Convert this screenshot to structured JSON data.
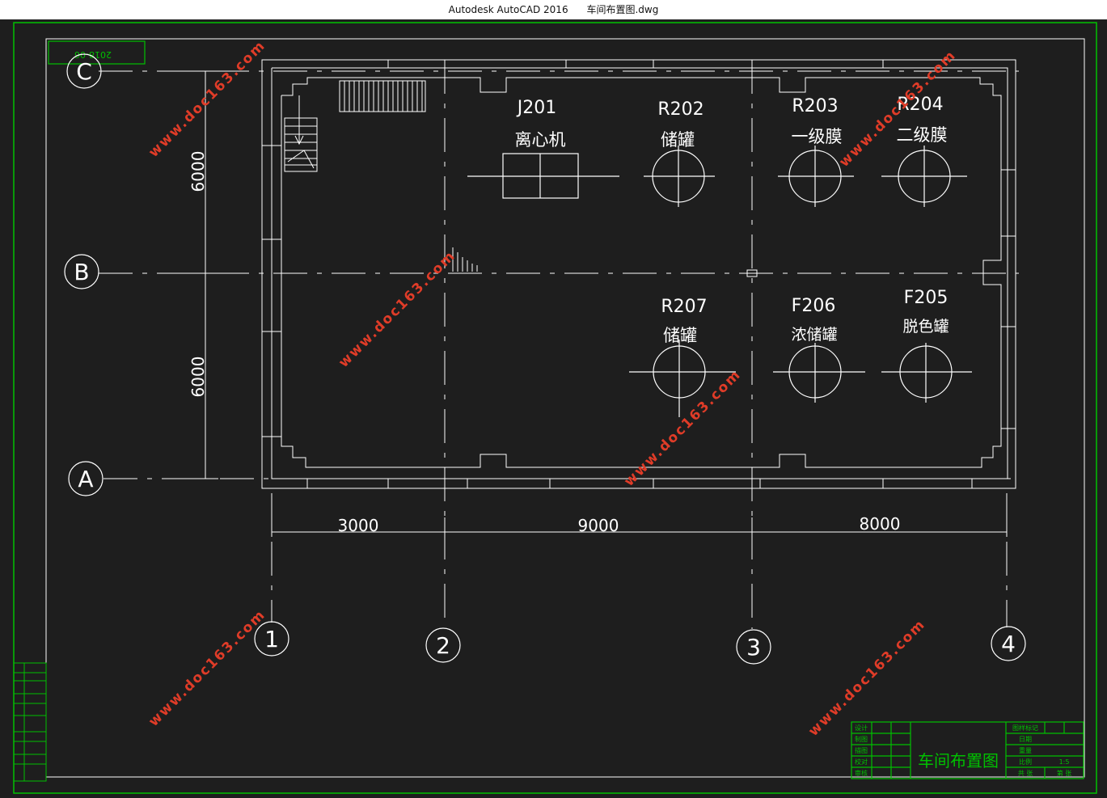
{
  "window": {
    "app_title": "Autodesk AutoCAD 2016",
    "file_name": "车间布置图.dwg"
  },
  "drawing": {
    "grid_rows": [
      "C",
      "B",
      "A"
    ],
    "grid_cols": [
      "1",
      "2",
      "3",
      "4"
    ],
    "row_dims": [
      "6000",
      "6000"
    ],
    "col_dims": [
      "3000",
      "9000",
      "8000"
    ],
    "stamp": "2018-06",
    "watermark": "www.doc163.com",
    "equipment": [
      {
        "tag": "J201",
        "name": "离心机",
        "kind": "centrifuge"
      },
      {
        "tag": "R202",
        "name": "储罐",
        "kind": "tank"
      },
      {
        "tag": "R203",
        "name": "一级膜",
        "kind": "tank"
      },
      {
        "tag": "R204",
        "name": "二级膜",
        "kind": "tank"
      },
      {
        "tag": "R207",
        "name": "储罐",
        "kind": "tank"
      },
      {
        "tag": "F206",
        "name": "浓储罐",
        "kind": "tank"
      },
      {
        "tag": "F205",
        "name": "脱色罐",
        "kind": "tank"
      }
    ]
  },
  "title_block": {
    "title": "车间布置图",
    "left_labels": [
      "设计",
      "制图",
      "描图",
      "校对",
      "审核"
    ],
    "right_labels": [
      "图样标记",
      "日期",
      "重量",
      "比例"
    ],
    "scale": "1:5",
    "sheet_total": "共 张",
    "sheet_no": "第 张"
  },
  "colors": {
    "background": "#1e1e1e",
    "line": "#ffffff",
    "frame": "#00c000",
    "watermark": "#e03c28"
  }
}
